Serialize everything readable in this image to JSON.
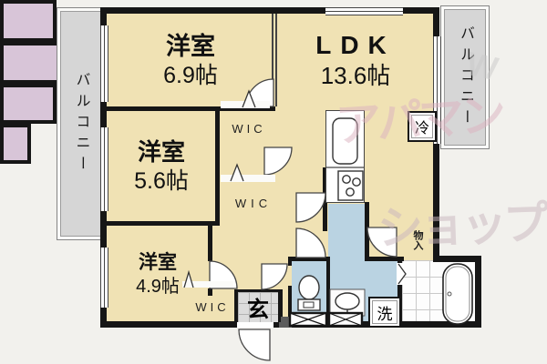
{
  "floorplan": {
    "balcony_left_label": "バルコニー",
    "balcony_right_label": "バルコニー",
    "rooms": {
      "western_room_1": {
        "name": "洋室",
        "size": "6.9帖"
      },
      "ldk": {
        "name": "LDK",
        "size": "13.6帖"
      },
      "western_room_2": {
        "name": "洋室",
        "size": "5.6帖"
      },
      "western_room_3": {
        "name": "洋室",
        "size": "4.9帖"
      }
    },
    "closets": {
      "wic_top": "WIC",
      "wic_middle": "WIC",
      "wic_bottom": "WIC",
      "storage": "物入"
    },
    "fixtures": {
      "refrigerator": "冷",
      "entrance": "玄",
      "washer": "洗"
    },
    "watermark": {
      "line1": "アパマン",
      "line2": "ショップ",
      "symbol": "W"
    },
    "colors": {
      "room_floor": "#f0e2b4",
      "closet": "#d8c5d8",
      "water_area": "#bad3e2",
      "balcony": "#d6d6d6",
      "wall": "#161616",
      "watermark_pink": "#dcb2c0",
      "watermark_gray": "#c9c9c9"
    }
  }
}
